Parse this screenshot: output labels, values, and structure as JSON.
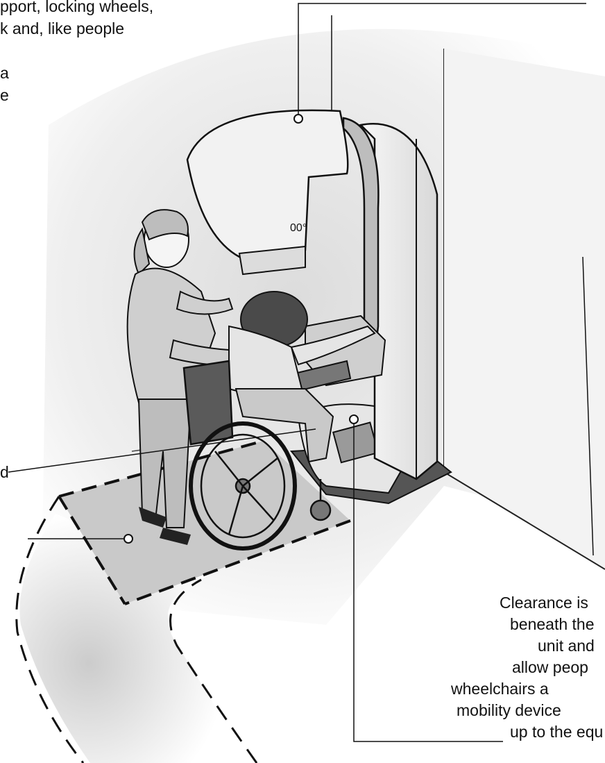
{
  "callouts": {
    "top_left": {
      "lines": [
        "pport, locking wheels,",
        "k and, like people",
        "",
        "a",
        "e"
      ]
    },
    "left_mid": {
      "fragment": "d"
    },
    "bottom_right": {
      "lines": [
        "Clearance is",
        "beneath the",
        "unit and",
        "allow peop",
        "wheelchairs a",
        "mobility device",
        "up to the equ"
      ]
    }
  },
  "colors": {
    "line": "#111111",
    "shade": "#d9d9d9",
    "floor_path": "#c8c8c8",
    "highlight": "#f4f4f4"
  },
  "icons": [
    "callout-dot-icon"
  ]
}
